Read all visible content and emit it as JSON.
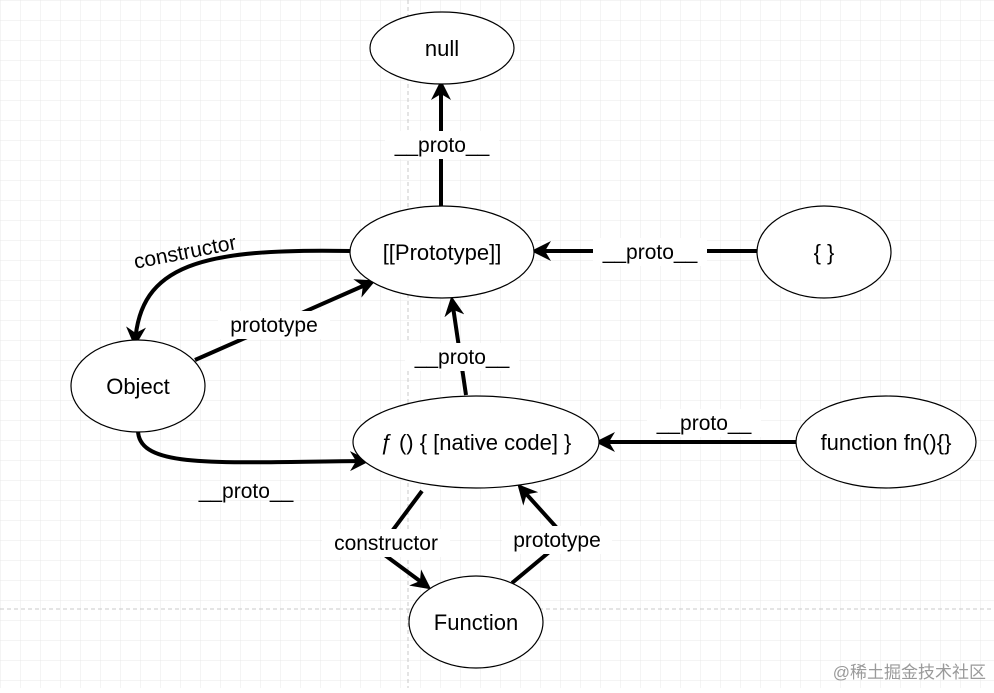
{
  "diagram": {
    "nodes": {
      "null": "null",
      "prototype_obj": "[[Prototype]]",
      "empty_object": "{ }",
      "object": "Object",
      "native_fn": "ƒ () { [native code] }",
      "fn_decl": "function fn(){}",
      "function": "Function"
    },
    "edges": {
      "proto_to_null": "__proto__",
      "empty_to_proto": "__proto__",
      "proto_to_object": "constructor",
      "object_to_proto": "prototype",
      "native_to_proto": "__proto__",
      "object_to_native": "__proto__",
      "fndecl_to_native": "__proto__",
      "native_to_function": "constructor",
      "function_to_native": "prototype"
    }
  },
  "watermark": "@稀土掘金技术社区",
  "colors": {
    "grid": "#e2e2e2",
    "grid_dashed": "#c8c8c8",
    "stroke": "#000000",
    "watermark": "#9a9a9a"
  }
}
